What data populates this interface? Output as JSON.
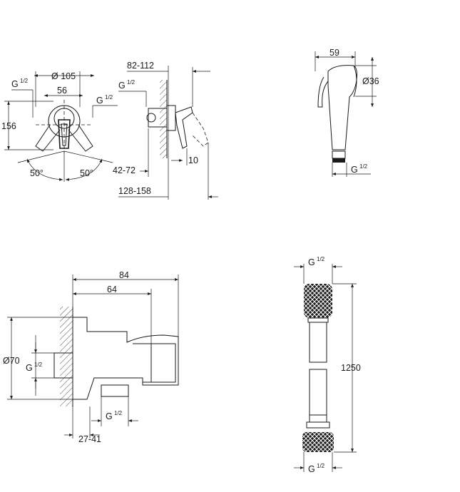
{
  "views": {
    "mixer_front": {
      "dia_105": "Ø 105",
      "thread_left": "G",
      "thread_left_frac": "1/2",
      "width_56": "56",
      "thread_right": "G",
      "thread_right_frac": "1/2",
      "height_156": "156",
      "angle_left": "50°",
      "angle_right": "50°"
    },
    "mixer_side": {
      "depth_82_112": "82-112",
      "thread": "G",
      "thread_frac": "1/2",
      "wall_42_72": "42-72",
      "gap_10": "10",
      "depth_128_158": "128-158"
    },
    "hand_shower": {
      "length_59": "59",
      "dia_36": "Ø36",
      "thread": "G",
      "thread_frac": "1/2"
    },
    "wall_elbow": {
      "width_84": "84",
      "width_64": "64",
      "dia_70": "Ø70",
      "thread_left": "G",
      "thread_left_frac": "1/2",
      "thread_bottom": "G",
      "thread_bottom_frac": "1/2",
      "depth_27_41": "27-41"
    },
    "hose": {
      "thread_top": "G",
      "thread_top_frac": "1/2",
      "length_1250": "1250",
      "thread_bottom": "G",
      "thread_bottom_frac": "1/2"
    }
  }
}
